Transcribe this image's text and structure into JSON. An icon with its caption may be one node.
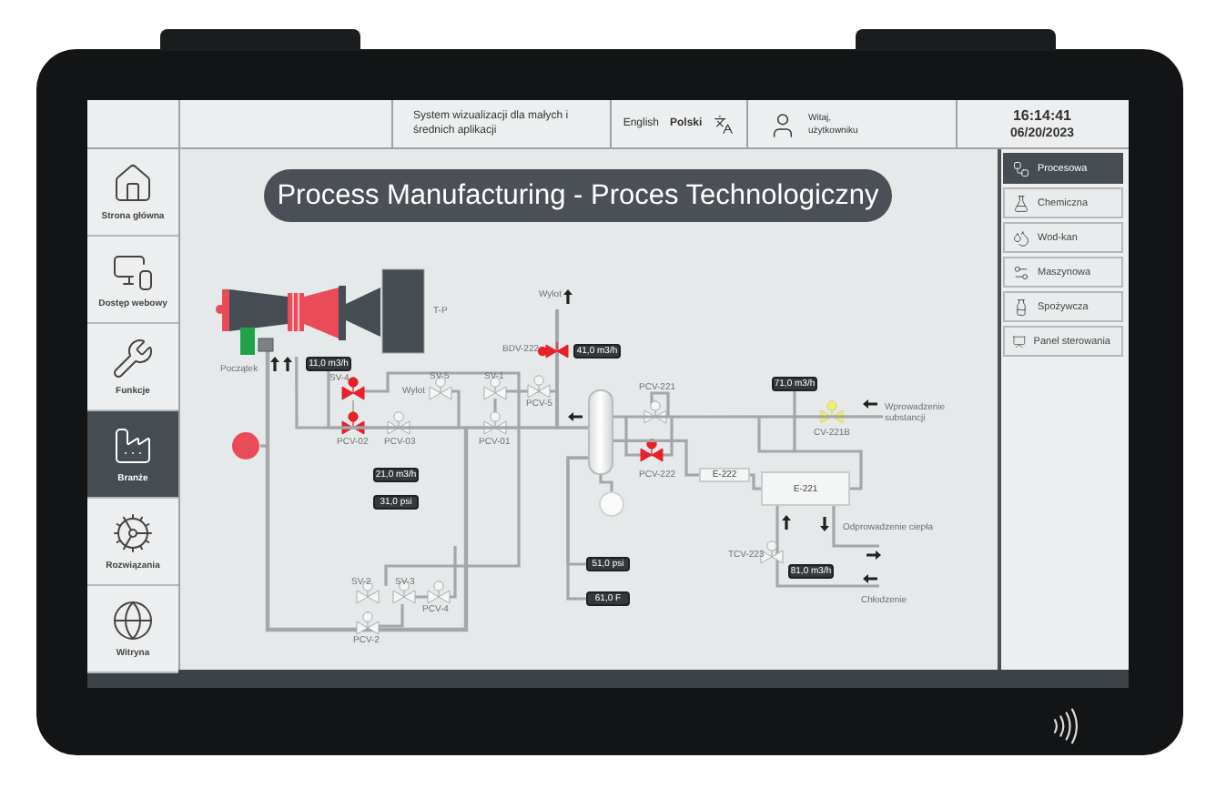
{
  "diagram": {
    "title": "Process Manufacturing - Proces Technologiczny",
    "nodes": [
      {
        "text": [
          "System wizualizacji dla małych i średnich aplikacji"
        ]
      },
      {
        "text": [
          "English",
          "Polski"
        ]
      },
      {
        "text": [
          "Witaj, użytkowniku"
        ]
      },
      {
        "text": [
          "16:14:41",
          "06/20/2023"
        ]
      },
      {
        "text": [
          "Strona główna"
        ]
      },
      {
        "text": [
          "Dostęp webowy"
        ]
      },
      {
        "text": [
          "Funkcje"
        ]
      },
      {
        "text": [
          "Branże"
        ]
      },
      {
        "text": [
          "Rozwiązania"
        ]
      },
      {
        "text": [
          "Witryna"
        ]
      },
      {
        "text": [
          "Procesowa"
        ]
      },
      {
        "text": [
          "Chemiczna"
        ]
      },
      {
        "text": [
          "Wod-kan"
        ]
      },
      {
        "text": [
          "Maszynowa"
        ]
      },
      {
        "text": [
          "Spożywcza"
        ]
      },
      {
        "text": [
          "Panel sterowania"
        ]
      },
      {
        "text": [],
        "shape": "picture",
        "beside": [
          "T-P"
        ]
      },
      {
        "text": [],
        "shape": "circle"
      },
      {
        "text": [
          "11,0 m3/h"
        ]
      },
      {
        "text": [
          "21,0 m3/h"
        ]
      },
      {
        "text": [
          "31,0 psi"
        ]
      },
      {
        "text": [
          "41,0 m3/h"
        ]
      },
      {
        "text": [
          "51,0 psi"
        ]
      },
      {
        "text": [
          "61,0 F"
        ]
      },
      {
        "text": [
          "71,0 m3/h"
        ]
      },
      {
        "text": [
          "81,0 m3/h"
        ]
      },
      {
        "text": [],
        "shape": "cylinder"
      },
      {
        "text": [],
        "shape": "circle"
      },
      {
        "text": [
          "E-222"
        ]
      },
      {
        "text": [
          "E-221"
        ]
      },
      {
        "text": [
          "Wprowadzenie substancji"
        ]
      }
    ],
    "edges": [
      {
        "from": 28,
        "to": 29,
        "arrow": "none"
      },
      {
        "from": 26,
        "to": 27,
        "arrow": "none"
      },
      {
        "from": 26,
        "to": 22,
        "arrow": "none"
      },
      {
        "from": 26,
        "to": 23,
        "arrow": "none"
      },
      {
        "from": 26,
        "to": 28,
        "arrow": "none"
      },
      {
        "from": 16,
        "to": 26,
        "arrow": "none"
      },
      {
        "from": 24,
        "to": 29,
        "arrow": "none"
      },
      {
        "from": 18,
        "to": 26,
        "arrow": "none"
      },
      {
        "from": 30,
        "to": 26,
        "arrow": "none"
      }
    ],
    "labels": [
      "Wylot",
      "BDV-222",
      "SV-4",
      "Wylot",
      "SV-5",
      "SV-1",
      "PCV-5",
      "Początek",
      "PCV-02",
      "PCV-03",
      "PCV-01",
      "PCV-221",
      "CV-221B",
      "PCV-222",
      "Odprowadzenie ciepła",
      "TCV-223",
      "Chłodzenie",
      "SV-2",
      "SV-3",
      "PCV-4",
      "PCV-2"
    ]
  }
}
